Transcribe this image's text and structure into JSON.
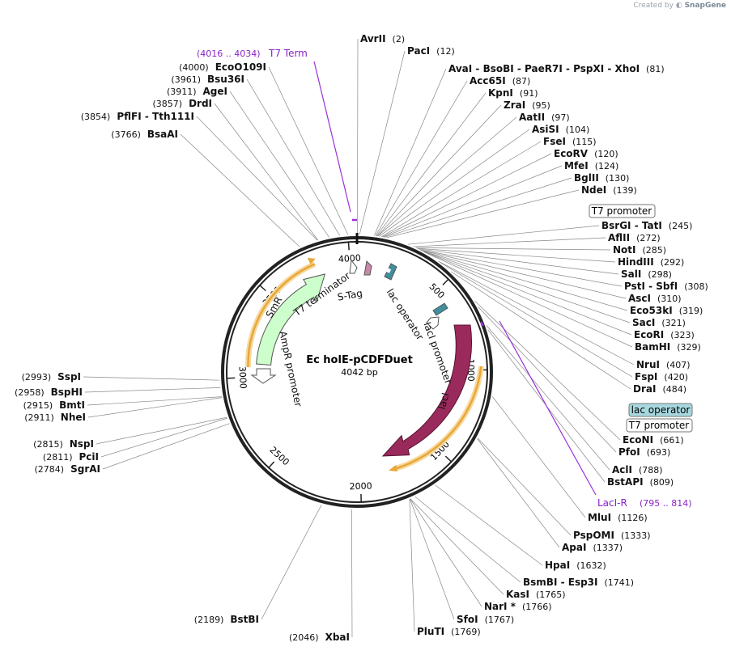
{
  "credit": {
    "prefix": "Created by",
    "brand": "SnapGene"
  },
  "plasmid": {
    "name": "Ec holE-pCDFDuet",
    "size_label": "4042 bp",
    "length": 4042
  },
  "colors": {
    "feature_green": "#ccffcc",
    "feature_magenta": "#9b2a5c",
    "feature_teal": "#3f8f9e",
    "arc_orange": "#e8a736",
    "primer": "#9b30d9",
    "ring": "#222222"
  },
  "ticks": [
    "500",
    "1000",
    "1500",
    "2000",
    "2500",
    "3000",
    "3500",
    "4000"
  ],
  "features": {
    "smr": "SmR",
    "laci": "lacI",
    "ampr_promoter": "AmpR promoter",
    "t7_terminator": "T7 terminator",
    "s_tag": "S-Tag",
    "lac_operator": "lac operator",
    "laci_promoter": "lacI promoter"
  },
  "right_sites": [
    {
      "name": "AvrII",
      "pos": "(2)"
    },
    {
      "name": "PacI",
      "pos": "(12)"
    },
    {
      "name": "AvaI - BsoBI - PaeR7I - PspXI - XhoI",
      "pos": "(81)"
    },
    {
      "name": "Acc65I",
      "pos": "(87)"
    },
    {
      "name": "KpnI",
      "pos": "(91)"
    },
    {
      "name": "ZraI",
      "pos": "(95)"
    },
    {
      "name": "AatII",
      "pos": "(97)"
    },
    {
      "name": "AsiSI",
      "pos": "(104)"
    },
    {
      "name": "FseI",
      "pos": "(115)"
    },
    {
      "name": "EcoRV",
      "pos": "(120)"
    },
    {
      "name": "MfeI",
      "pos": "(124)"
    },
    {
      "name": "BglII",
      "pos": "(130)"
    },
    {
      "name": "NdeI",
      "pos": "(139)"
    },
    {
      "name": "BsrGI - TatI",
      "pos": "(245)"
    },
    {
      "name": "AflII",
      "pos": "(272)"
    },
    {
      "name": "NotI",
      "pos": "(285)"
    },
    {
      "name": "HindIII",
      "pos": "(292)"
    },
    {
      "name": "SalI",
      "pos": "(298)"
    },
    {
      "name": "PstI - SbfI",
      "pos": "(308)"
    },
    {
      "name": "AscI",
      "pos": "(310)"
    },
    {
      "name": "Eco53kI",
      "pos": "(319)"
    },
    {
      "name": "SacI",
      "pos": "(321)"
    },
    {
      "name": "EcoRI",
      "pos": "(323)"
    },
    {
      "name": "BamHI",
      "pos": "(329)"
    },
    {
      "name": "NruI",
      "pos": "(407)"
    },
    {
      "name": "FspI",
      "pos": "(420)"
    },
    {
      "name": "DraI",
      "pos": "(484)"
    },
    {
      "name": "EcoNI",
      "pos": "(661)"
    },
    {
      "name": "PfoI",
      "pos": "(693)"
    },
    {
      "name": "AclI",
      "pos": "(788)"
    },
    {
      "name": "BstAPI",
      "pos": "(809)"
    },
    {
      "name": "MluI",
      "pos": "(1126)"
    },
    {
      "name": "PspOMI",
      "pos": "(1333)"
    },
    {
      "name": "ApaI",
      "pos": "(1337)"
    },
    {
      "name": "HpaI",
      "pos": "(1632)"
    },
    {
      "name": "BsmBI - Esp3I",
      "pos": "(1741)"
    },
    {
      "name": "KasI",
      "pos": "(1765)"
    },
    {
      "name": "NarI *",
      "pos": "(1766)"
    },
    {
      "name": "SfoI",
      "pos": "(1767)"
    },
    {
      "name": "PluTI",
      "pos": "(1769)"
    }
  ],
  "left_sites": [
    {
      "name": "EcoO109I",
      "pos": "(4000)"
    },
    {
      "name": "Bsu36I",
      "pos": "(3961)"
    },
    {
      "name": "AgeI",
      "pos": "(3911)"
    },
    {
      "name": "DrdI",
      "pos": "(3857)"
    },
    {
      "name": "PflFI - Tth111I",
      "pos": "(3854)"
    },
    {
      "name": "BsaAI",
      "pos": "(3766)"
    },
    {
      "name": "SspI",
      "pos": "(2993)"
    },
    {
      "name": "BspHI",
      "pos": "(2958)"
    },
    {
      "name": "BmtI",
      "pos": "(2915)"
    },
    {
      "name": "NheI",
      "pos": "(2911)"
    },
    {
      "name": "NspI",
      "pos": "(2815)"
    },
    {
      "name": "PciI",
      "pos": "(2811)"
    },
    {
      "name": "SgrAI",
      "pos": "(2784)"
    },
    {
      "name": "BstBI",
      "pos": "(2189)"
    },
    {
      "name": "XbaI",
      "pos": "(2046)"
    }
  ],
  "feature_boxes": {
    "t7_promoter_1": "T7 promoter",
    "lac_operator": "lac operator",
    "t7_promoter_2": "T7 promoter"
  },
  "primers": {
    "t7_term": {
      "name": "T7 Term",
      "range": "(4016 .. 4034)"
    },
    "laci_r": {
      "name": "LacI-R",
      "range": "(795 .. 814)"
    }
  }
}
